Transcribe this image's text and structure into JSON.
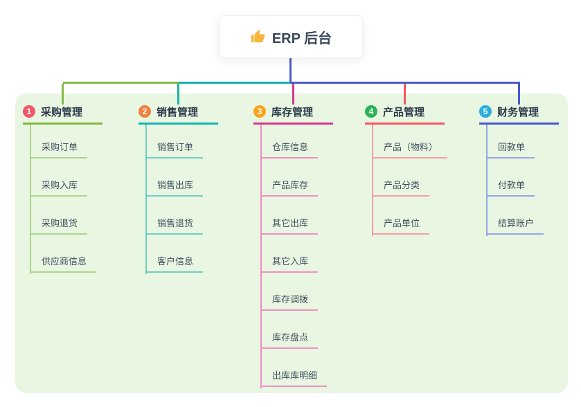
{
  "root": {
    "title": "ERP 后台",
    "icon": "thumbs-up-icon",
    "icon_color": "#f6b73c"
  },
  "canvas": {
    "background": "#ffffff",
    "panel_background": "#e9f6e2",
    "root_connector_color": "#4a5ac8"
  },
  "branches": [
    {
      "badge": "1",
      "label": "采购管理",
      "badge_color": "#f2566b",
      "line_color": "#82b841",
      "sub_line_color": "#a9d78d",
      "items": [
        "采购订单",
        "采购入库",
        "采购退货",
        "供应商信息"
      ]
    },
    {
      "badge": "2",
      "label": "销售管理",
      "badge_color": "#f0813f",
      "line_color": "#17b3ad",
      "sub_line_color": "#6fcfc6",
      "items": [
        "销售订单",
        "销售出库",
        "销售退货",
        "客户信息"
      ]
    },
    {
      "badge": "3",
      "label": "库存管理",
      "badge_color": "#f8a41d",
      "line_color": "#d6368f",
      "sub_line_color": "#f090c2",
      "items": [
        "仓库信息",
        "产品库存",
        "其它出库",
        "其它入库",
        "库存调拨",
        "库存盘点",
        "出库库明细"
      ]
    },
    {
      "badge": "4",
      "label": "产品管理",
      "badge_color": "#2cb356",
      "line_color": "#f4555f",
      "sub_line_color": "#f79d9d",
      "items": [
        "产品（物料）",
        "产品分类",
        "产品单位"
      ]
    },
    {
      "badge": "5",
      "label": "财务管理",
      "badge_color": "#28aee0",
      "line_color": "#4459d0",
      "sub_line_color": "#93a9e4",
      "items": [
        "回款单",
        "付款单",
        "结算账户"
      ]
    }
  ]
}
